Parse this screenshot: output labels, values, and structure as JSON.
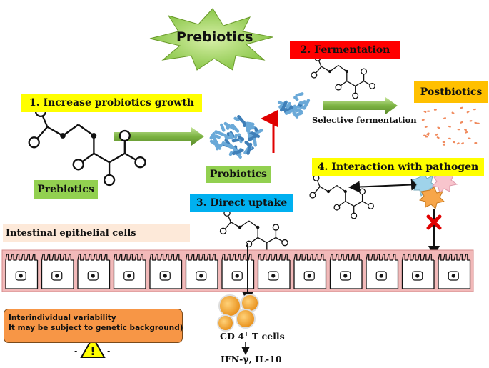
{
  "title": "Prebiotics",
  "steps": {
    "growth": "1. Increase probiotics growth",
    "fermentation": "2. Fermentation",
    "uptake": "3. Direct uptake",
    "pathogen": "4. Interaction with pathogen"
  },
  "labels": {
    "prebiotics": "Prebiotics",
    "probiotics": "Probiotics",
    "postbiotics": "Postbiotics",
    "selective_fermentation": "Selective fermentation",
    "epithelial": "Intestinal epithelial cells",
    "tcells": "CD 4",
    "tcells_sup": "+",
    "tcells_suffix": " T cells",
    "cytokines": "IFN-γ, IL-10"
  },
  "note": {
    "line1": "Interindividual variability",
    "line2": "It may be subject to genetic background)"
  },
  "warning": "!",
  "colors": {
    "starburst": "#9bd14a",
    "step1_bg": "#ffff00",
    "step2_bg": "#ff0000",
    "step3_bg": "#00b0f0",
    "step4_bg": "#ffff00",
    "label_green": "#92d050",
    "postbiotics_bg": "#ffc000",
    "epithelial_bg": "#fde9d9",
    "cell_fill": "#f4a7a7",
    "cell_band": "#f2b9b9",
    "note_bg": "#f79646",
    "bacteria": "#6aa9d8",
    "dots": "#f08a5d",
    "arrow_green": "#6fa832",
    "arrow_red": "#e00000",
    "tcell": "#f5a623"
  }
}
